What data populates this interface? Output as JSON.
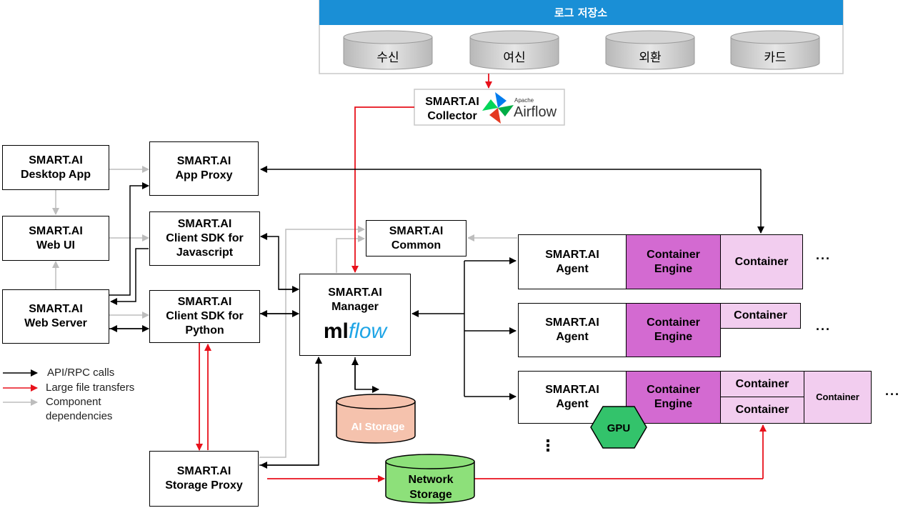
{
  "colors": {
    "header_bar": "#1a8fd6",
    "black_arrow": "#000000",
    "red_arrow": "#e8111b",
    "gray_arrow": "#bdbdbd",
    "container_engine": "#d36ad1",
    "container": "#f2cdef",
    "ai_storage": "#f5c2ad",
    "network_storage": "#8de07a",
    "gpu": "#33c36b"
  },
  "log_store": {
    "title": "로그 저장소",
    "dbs": [
      "수신",
      "여신",
      "외환",
      "카드"
    ]
  },
  "collector": {
    "line1": "SMART.AI",
    "line2": "Collector",
    "airflow_small": "Apache",
    "airflow_big": "Airflow",
    "icon": "airflow-pinwheel-icon"
  },
  "desktop_app": [
    "SMART.AI",
    "Desktop App"
  ],
  "web_ui": [
    "SMART.AI",
    "Web UI"
  ],
  "web_server": [
    "SMART.AI",
    "Web Server"
  ],
  "app_proxy": [
    "SMART.AI",
    "App Proxy"
  ],
  "sdk_js": [
    "SMART.AI",
    "Client SDK for",
    "Javascript"
  ],
  "sdk_py": [
    "SMART.AI",
    "Client SDK for",
    "Python"
  ],
  "storage_proxy": [
    "SMART.AI",
    "Storage Proxy"
  ],
  "common": [
    "SMART.AI",
    "Common"
  ],
  "manager": {
    "line1": "SMART.AI",
    "line2": "Manager",
    "logo_ml": "ml",
    "logo_flow": "flow"
  },
  "ai_storage": "AI Storage",
  "network_storage": [
    "Network",
    "Storage"
  ],
  "agents": [
    {
      "label": [
        "SMART.AI",
        "Agent"
      ],
      "engine": [
        "Container",
        "Engine"
      ],
      "containers": [
        "Container"
      ]
    },
    {
      "label": [
        "SMART.AI",
        "Agent"
      ],
      "engine": [
        "Container",
        "Engine"
      ],
      "containers": [
        "Container"
      ]
    },
    {
      "label": [
        "SMART.AI",
        "Agent"
      ],
      "engine": [
        "Container",
        "Engine"
      ],
      "containers": [
        "Container",
        "Container",
        "Container"
      ]
    }
  ],
  "gpu": "GPU",
  "ellipsis_h": "···",
  "ellipsis_v": "⋮",
  "legend": {
    "api": "API/RPC calls",
    "large": "Large file transfers",
    "comp1": "Component",
    "comp2": "dependencies"
  }
}
